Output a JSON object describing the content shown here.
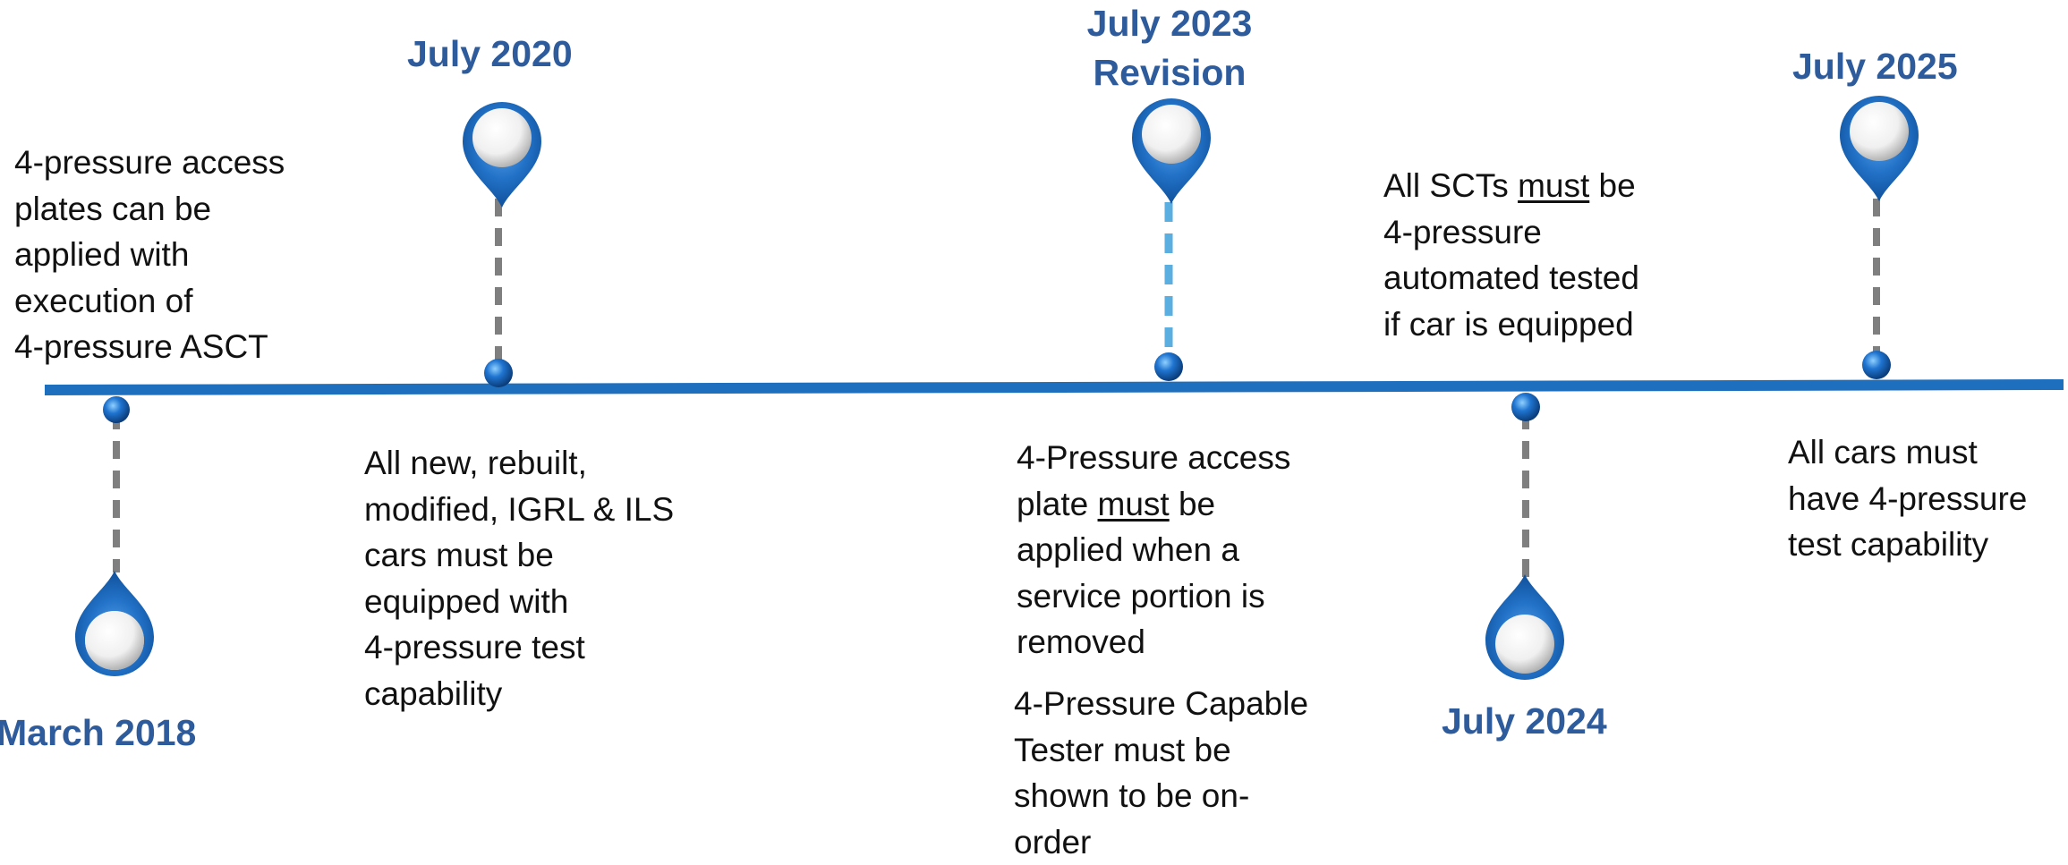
{
  "milestones": [
    {
      "date": "March 2018",
      "description": [
        "4-pressure access",
        "plates can be",
        "applied with",
        "execution of",
        "4-pressure ASCT"
      ]
    },
    {
      "date": "July 2020",
      "description": [
        "All new, rebuilt,",
        "modified, IGRL & ILS",
        "cars must be",
        "equipped with",
        "4-pressure test",
        "capability"
      ]
    },
    {
      "date_line1": "July 2023",
      "date_line2": "Revision",
      "description": [
        "4-Pressure access",
        "plate must be",
        "applied when a",
        "service portion is",
        "removed"
      ],
      "description_2": [
        "4-Pressure Capable",
        "Tester must be",
        "shown to be on-",
        "order"
      ]
    },
    {
      "date": "July 2024",
      "description": [
        "All SCTs must be",
        "4-pressure",
        "automated tested",
        "if car is equipped"
      ]
    },
    {
      "date": "July 2025",
      "description": [
        "All cars must",
        "have 4-pressure",
        "test capability"
      ]
    }
  ],
  "colors": {
    "timeline": "#1f6fbf",
    "date_text": "#2e5b9b",
    "connector": "#7f7f7f",
    "connector_highlight": "#5aaee0"
  },
  "icons": [
    "map-pin-icon",
    "timeline-node-icon"
  ]
}
